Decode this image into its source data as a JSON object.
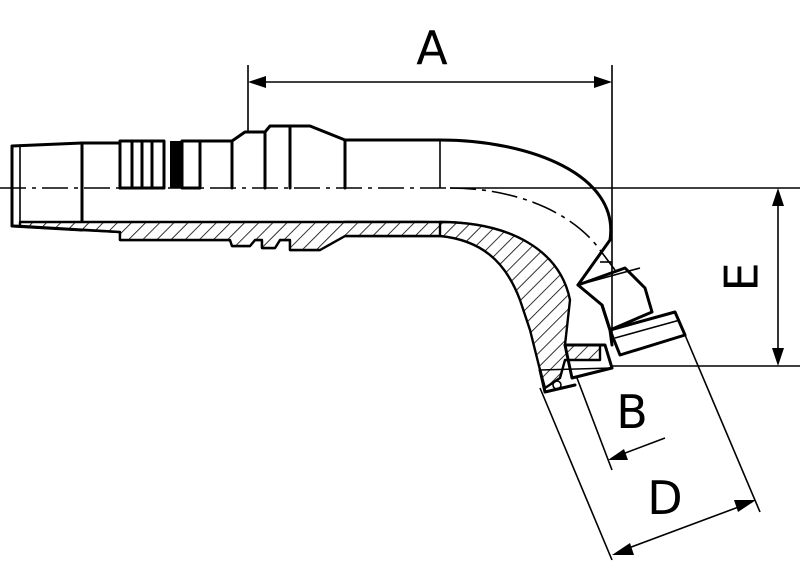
{
  "dimensions": {
    "a": "A",
    "b": "B",
    "d": "D",
    "e": "E"
  },
  "colors": {
    "line": "#000000",
    "background": "#ffffff"
  }
}
